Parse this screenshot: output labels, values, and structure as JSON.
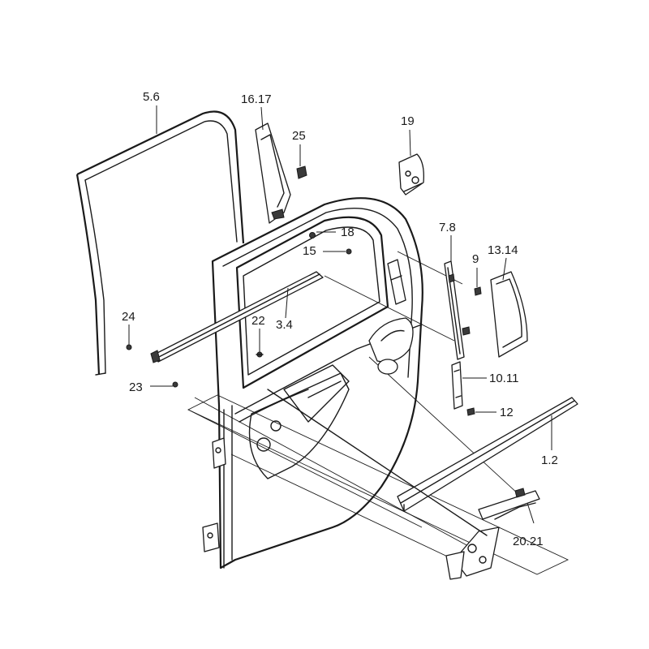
{
  "callouts": {
    "c_5_6": "5.6",
    "c_16_17": "16.17",
    "c_25": "25",
    "c_19": "19",
    "c_18": "18",
    "c_15": "15",
    "c_7_8": "7.8",
    "c_9": "9",
    "c_13_14": "13.14",
    "c_3_4": "3.4",
    "c_24": "24",
    "c_22": "22",
    "c_10_11": "10.11",
    "c_23": "23",
    "c_12": "12",
    "c_1_2": "1.2",
    "c_20_21": "20.21"
  }
}
